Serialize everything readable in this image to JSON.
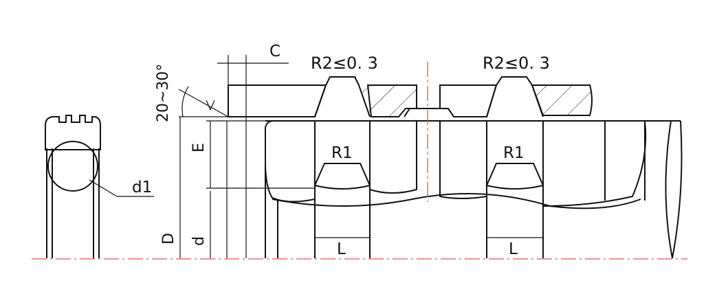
{
  "labels": {
    "c": "C",
    "radius_note_left": "R2≤0. 3",
    "radius_note_right": "R2≤0. 3",
    "angle": "20~30°",
    "e": "E",
    "d_big": "D",
    "d_small": "d",
    "r1_left": "R1",
    "r1_right": "R1",
    "l_left": "L",
    "l_right": "L",
    "d1": "d1"
  },
  "colors": {
    "seal_body": "#2e9a3a",
    "o_ring": "#8c8c8c",
    "centerline": "#e0554f",
    "line": "#111111"
  }
}
